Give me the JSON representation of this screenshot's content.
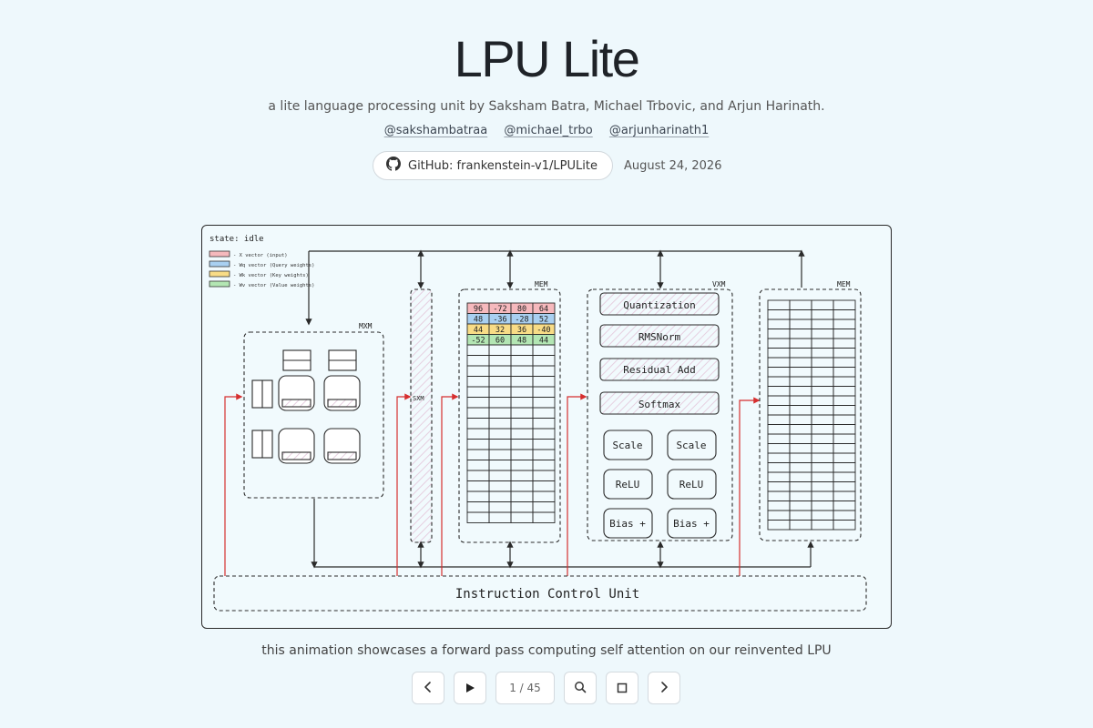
{
  "header": {
    "title": "LPU Lite",
    "subtitle": "a lite language processing unit by Saksham Batra, Michael Trbovic, and Arjun Harinath.",
    "handles": [
      "@sakshambatraa",
      "@michael_trbo",
      "@arjunharinath1"
    ],
    "github_label": "GitHub: frankenstein-v1/LPULite",
    "date": "August 24, 2026"
  },
  "diagram": {
    "state": "state: idle",
    "legend": [
      {
        "label": "- X vector (input)",
        "color": "#f6b9bd"
      },
      {
        "label": "- Wq vector (Query weights)",
        "color": "#a9d0f1"
      },
      {
        "label": "- Wk vector (Key weights)",
        "color": "#f8dc86"
      },
      {
        "label": "- Wv vector (Value weights)",
        "color": "#b3e6b3"
      }
    ],
    "mxm_label": "MXM",
    "sxm_label": "SXM",
    "mem_label": "MEM",
    "vxm_label": "VXM",
    "mem2_label": "MEM",
    "mem_rows": [
      {
        "values": [
          "96",
          "-72",
          "80",
          "64"
        ],
        "color": "#f6b9bd"
      },
      {
        "values": [
          "48",
          "-36",
          "-28",
          "52"
        ],
        "color": "#a9d0f1"
      },
      {
        "values": [
          "44",
          "32",
          "36",
          "-40"
        ],
        "color": "#f8dc86"
      },
      {
        "values": [
          "-52",
          "60",
          "48",
          "44"
        ],
        "color": "#b3e6b3"
      }
    ],
    "vxm_ops": [
      "Quantization",
      "RMSNorm",
      "Residual Add",
      "Softmax"
    ],
    "vxm_pairs": [
      [
        "Scale",
        "Scale"
      ],
      [
        "ReLU",
        "ReLU"
      ],
      [
        "Bias +",
        "Bias +"
      ]
    ],
    "icu_label": "Instruction Control Unit"
  },
  "caption": "this animation showcases a forward pass computing self attention on our reinvented LPU",
  "controls": {
    "counter": "1 / 45"
  },
  "colors": {
    "background": "#eef8fc",
    "signal_red": "#d62f2f",
    "ink": "#2a2a2a"
  }
}
